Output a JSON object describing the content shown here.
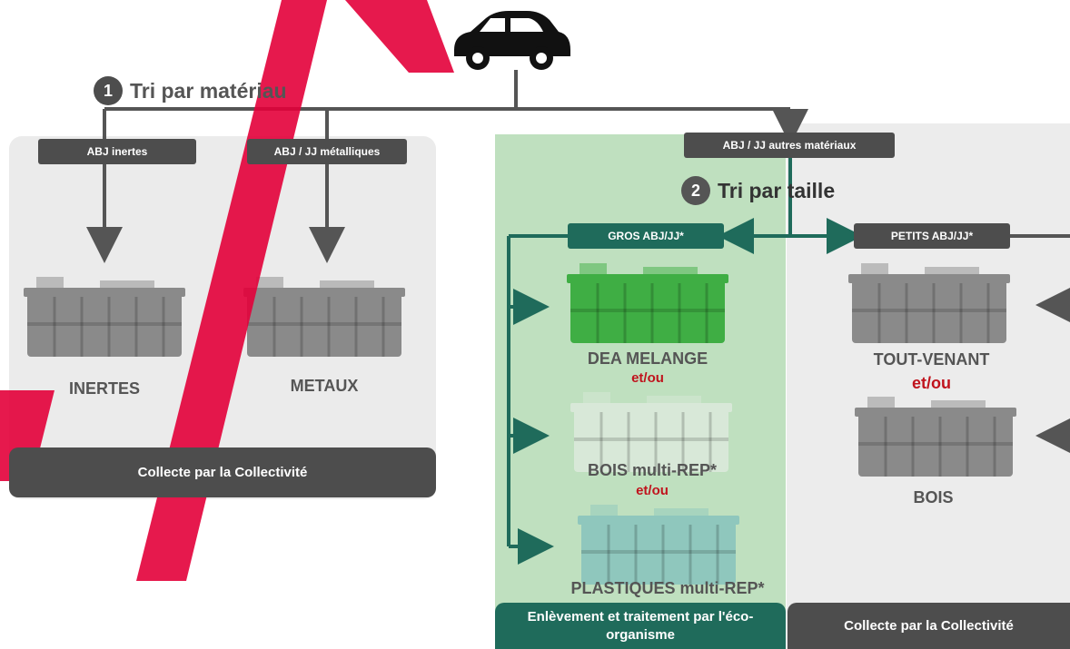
{
  "diagram": {
    "step1": {
      "number": "1",
      "label": "Tri par matériau"
    },
    "step2": {
      "number": "2",
      "label": "Tri par taille"
    },
    "tags": {
      "inertes": "ABJ inertes",
      "metalliques": "ABJ / JJ métalliques",
      "autres": "ABJ / JJ autres matériaux",
      "gros": "GROS ABJ/JJ*",
      "petits": "PETITS ABJ/JJ*"
    },
    "bins": {
      "inertes": "INERTES",
      "metaux": "METAUX",
      "dea": "DEA MELANGE",
      "bois_rep": "BOIS multi-REP*",
      "plastiques": "PLASTIQUES multi-REP*",
      "tout_venant": "TOUT-VENANT",
      "bois": "BOIS"
    },
    "connector": "et/ou",
    "footers": {
      "left": "Collecte par la Collectivité",
      "green": "Enlèvement et traitement par l'éco-organisme",
      "right": "Collecte par la Collectivité"
    },
    "colors": {
      "dark_gray": "#4d4d4d",
      "teal": "#1f6b5b",
      "green_panel": "#bfe0bf",
      "bin_green": "#3fae44",
      "bin_gray": "#8a8a8a",
      "etou_red": "#c0131d",
      "watermark": "#e3003a"
    },
    "icons": [
      "car-icon",
      "dumpster-icon",
      "arrow-icon"
    ]
  }
}
